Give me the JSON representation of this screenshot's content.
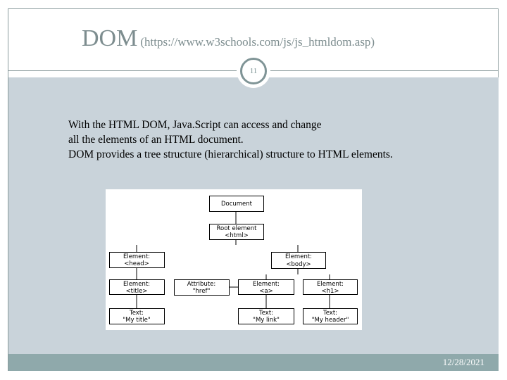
{
  "slide": {
    "title": "DOM",
    "subtitle": "(https://www.w3schools.com/js/js_htmldom.asp)",
    "page_number": "11",
    "body_lines": [
      "With the HTML DOM, Java.Script can access and change",
      "all the elements of an HTML document.",
      "DOM provides a tree structure (hierarchical) structure to HTML elements."
    ],
    "date": "12/28/2021"
  },
  "diagram": {
    "document": [
      "Document"
    ],
    "root": [
      "Root element",
      "<html>"
    ],
    "head": [
      "Element:",
      "<head>"
    ],
    "body": [
      "Element:",
      "<body>"
    ],
    "title": [
      "Element:",
      "<title>"
    ],
    "attribute": [
      "Attribute:",
      "\"href\""
    ],
    "a": [
      "Element:",
      "<a>"
    ],
    "h1": [
      "Element:",
      "<h1>"
    ],
    "text_title": [
      "Text:",
      "\"My title\""
    ],
    "text_link": [
      "Text:",
      "\"My link\""
    ],
    "text_header": [
      "Text:",
      "\"My header\""
    ]
  },
  "colors": {
    "accent": "#7f9496",
    "body_bg": "#c9d3da",
    "footer_bg": "#8fa9ab"
  }
}
